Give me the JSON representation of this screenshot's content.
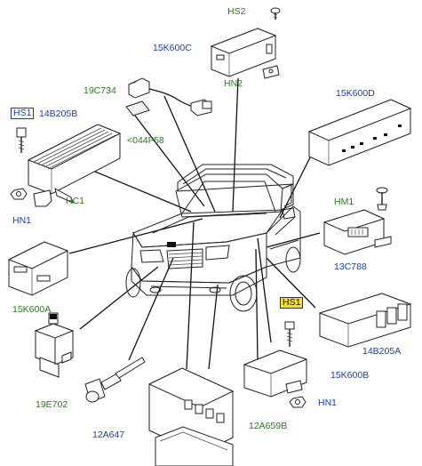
{
  "labels": {
    "hs2": "HS2",
    "k15k600c": "15K600C",
    "k19c734": "19C734",
    "hn2": "HN2",
    "k15k600d": "15K600D",
    "hs1_top": "HS1",
    "k14b205b": "14B205B",
    "k044f58": "<044F58",
    "hc1": "HC1",
    "hn1_left": "HN1",
    "hm1": "HM1",
    "k15k600a": "15K600A",
    "k13c788": "13C788",
    "hs1_mid": "HS1",
    "k14b205a": "14B205A",
    "k15k600b": "15K600B",
    "hn1_right": "HN1",
    "k19e702": "19E702",
    "k12a647": "12A647",
    "k12a659b": "12A659B"
  },
  "colors": {
    "part_number": "#1a3fa6",
    "fixing_code": "#2a7a1c",
    "highlight": "#f3e02c",
    "line_art": "#222222"
  }
}
